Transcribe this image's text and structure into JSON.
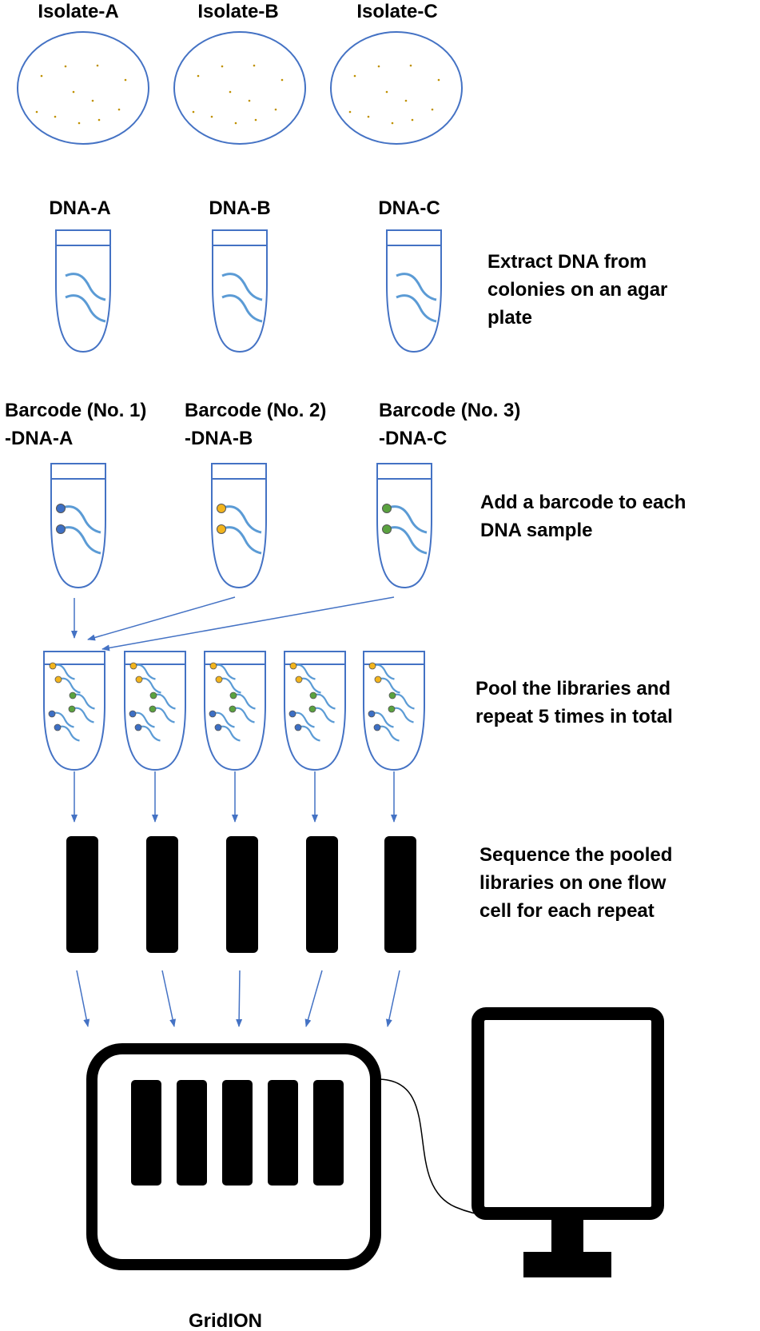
{
  "isolates": [
    "Isolate-A",
    "Isolate-B",
    "Isolate-C"
  ],
  "dna_samples": [
    "DNA-A",
    "DNA-B",
    "DNA-C"
  ],
  "barcodes": [
    {
      "line1": "Barcode (No. 1)",
      "line2": "-DNA-A",
      "dot_color": "#3d6fc4"
    },
    {
      "line1": "Barcode (No. 2)",
      "line2": "-DNA-B",
      "dot_color": "#f2b41d"
    },
    {
      "line1": "Barcode (No. 3)",
      "line2": "-DNA-C",
      "dot_color": "#5aa23f"
    }
  ],
  "steps": {
    "extract": [
      "Extract DNA from",
      "colonies on an agar",
      "plate"
    ],
    "barcode": [
      "Add a barcode to each",
      "DNA sample"
    ],
    "pool": [
      "Pool the libraries and",
      "repeat 5 times in total"
    ],
    "sequence": [
      "Sequence the pooled",
      "libraries on one flow",
      "cell for each repeat"
    ]
  },
  "device": {
    "name": "GridION"
  },
  "colors": {
    "outline": "#4472c4",
    "dna_strand": "#5b9bd5",
    "colony": "#bf9000",
    "arrow": "#4472c4",
    "flow_cell": "#000000",
    "text": "#000000"
  }
}
